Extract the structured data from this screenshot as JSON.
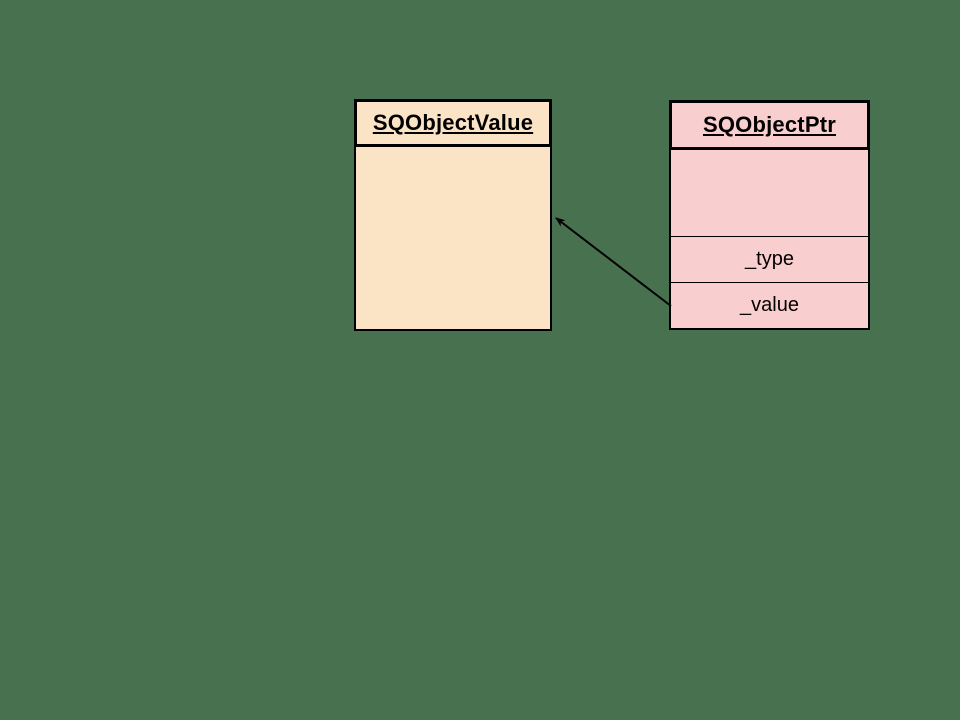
{
  "diagram": {
    "kind": "uml-class-diagram",
    "background_color": "#487150",
    "classes": [
      {
        "name": "SQObjectValue",
        "fill_color": "#FBE3C6",
        "border_color": "#000000",
        "attributes": []
      },
      {
        "name": "SQObjectPtr",
        "fill_color": "#F9CECE",
        "border_color": "#000000",
        "attributes": [
          "_type",
          "_value"
        ]
      }
    ],
    "connector": {
      "from": "SQObjectPtr._value",
      "to": "SQObjectValue",
      "style": "solid-line-arrow",
      "color": "#000000"
    }
  }
}
